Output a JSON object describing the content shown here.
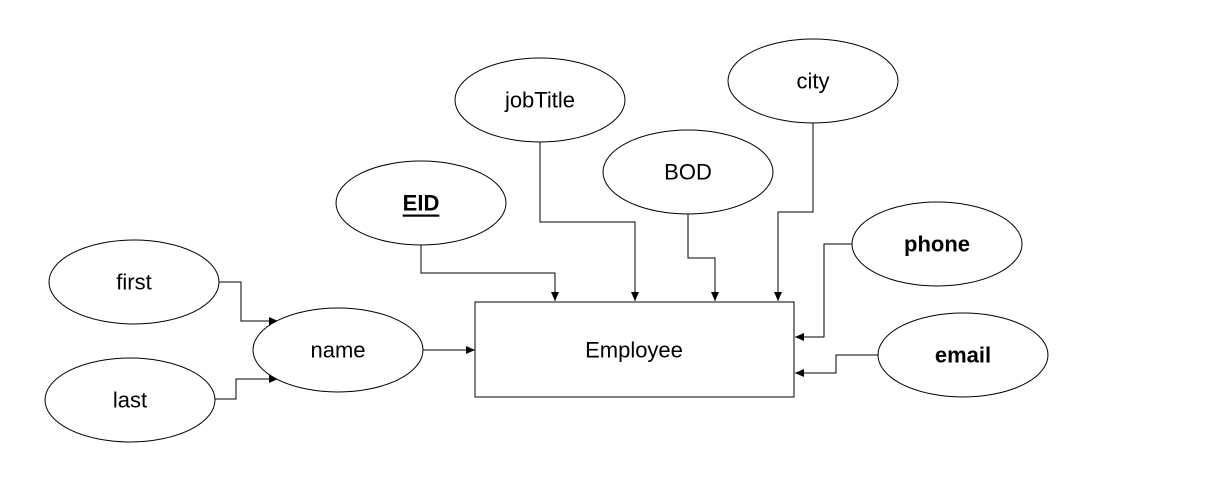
{
  "entity": {
    "label": "Employee"
  },
  "attributes": {
    "eid": "EID",
    "jobtitle": "jobTitle",
    "bod": "BOD",
    "city": "city",
    "phone": "phone",
    "email": "email",
    "name": "name",
    "first": "first",
    "last": "last"
  },
  "colors": {
    "stroke": "#000000",
    "fill": "#ffffff"
  }
}
